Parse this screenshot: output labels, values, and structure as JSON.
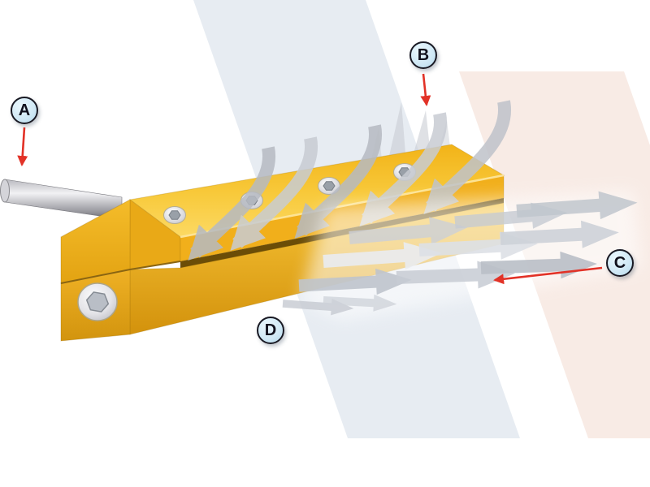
{
  "figure": {
    "callouts": [
      {
        "id": "A",
        "label": "A"
      },
      {
        "id": "B",
        "label": "B"
      },
      {
        "id": "C",
        "label": "C"
      },
      {
        "id": "D",
        "label": "D"
      }
    ],
    "colors": {
      "callout_bg": "#cfe8f5",
      "callout_border": "#191923",
      "callout_text": "#10101c",
      "pointer_arrow_red": "#e23227",
      "body_yellow_bright": "#f8ca3c",
      "body_yellow_dark": "#d3920c",
      "slot_dark": "#6b4d07",
      "metal_gray_light": "#f2f2f4",
      "metal_gray_dark": "#8f8f96",
      "airflow_gray": "#bfc3ca",
      "airflow_white": "#e9ebef",
      "band_blue_gray": "#e7ecf2",
      "band_pink": "#f8ebe5",
      "background": "#ffffff"
    }
  }
}
